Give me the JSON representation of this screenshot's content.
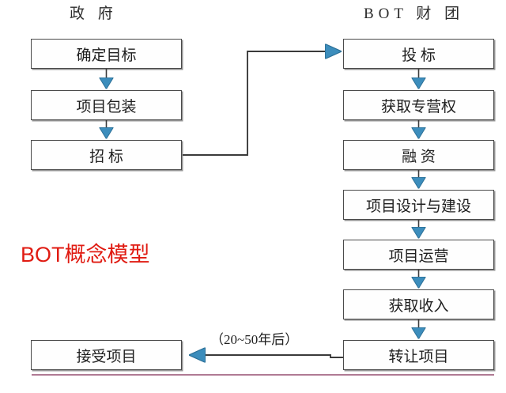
{
  "diagram": {
    "title_overlay": "BOT概念模型",
    "annotation": "（20~50年后）",
    "columns": {
      "government": "政  府",
      "consortium": "BOT  财  团"
    },
    "government_steps": [
      {
        "id": "goal",
        "label": "确定目标"
      },
      {
        "id": "package",
        "label": "项目包装"
      },
      {
        "id": "tender",
        "label": "招    标"
      }
    ],
    "consortium_steps": [
      {
        "id": "bid",
        "label": "投    标"
      },
      {
        "id": "franchise",
        "label": "获取专营权"
      },
      {
        "id": "finance",
        "label": "融    资"
      },
      {
        "id": "design",
        "label": "项目设计与建设"
      },
      {
        "id": "operate",
        "label": "项目运营"
      },
      {
        "id": "revenue",
        "label": "获取收入"
      },
      {
        "id": "transfer",
        "label": "转让项目"
      }
    ],
    "final_step": {
      "id": "accept",
      "label": "接受项目"
    },
    "colors": {
      "arrow": "#3c8dbc",
      "connector": "#3a3a3a",
      "box_border": "#4a4a4a",
      "title_red": "#e01b12",
      "bottom_rule": "#b07a94"
    }
  }
}
